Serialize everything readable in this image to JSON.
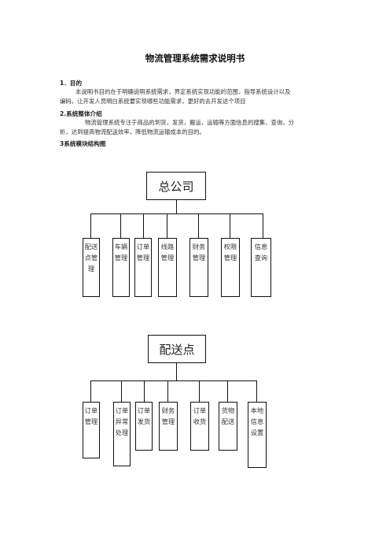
{
  "doc": {
    "title": "物流管理系统需求说明书",
    "s1_heading": "1．目的",
    "s1_line1": "本说明书目的在于明确说明系统需求，界定系统实现功能的范围，指导系统设计以及",
    "s1_line2": "编码，让开发人员明白系统要实现哪些功能需求，更好的去开发这个项目",
    "s2_heading": "2.系统整体介绍",
    "s2_line1": "物流管理系统专注于商品的到货，发货，搬运，运输等方面信息的搜集，查询，分",
    "s2_line2": "析，达到提高物流配送效率，降低物流运输成本的目的。",
    "s3_heading": "3系统模块结构图"
  },
  "chart1": {
    "root": "总公司",
    "children": [
      "配送点管理",
      "车辆管理",
      "订单管理",
      "线路管理",
      "财务管理",
      "权限管理",
      "信息查询"
    ]
  },
  "chart2": {
    "root": "配送点",
    "children": [
      "订单管理",
      "订单异常处理",
      "订单发货",
      "财务管理",
      "订单收货",
      "货物配送",
      "本地信息设置"
    ]
  }
}
